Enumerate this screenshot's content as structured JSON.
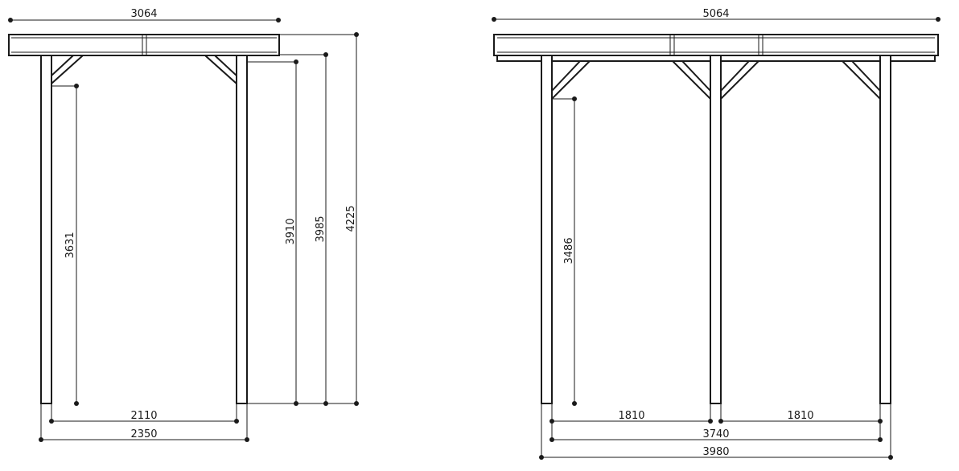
{
  "side_view": {
    "dims": {
      "total_width": "3064",
      "inner_height": "3631",
      "post_height": "3910",
      "beam_top_height": "3985",
      "total_height": "4225",
      "inner_span": "2110",
      "outer_span": "2350"
    }
  },
  "front_view": {
    "dims": {
      "total_width": "5064",
      "inner_height": "3486",
      "span_left": "1810",
      "span_right": "1810",
      "inner_span": "3740",
      "outer_span": "3980"
    }
  },
  "colors": {
    "line": "#1a1a1a",
    "background": "#ffffff"
  }
}
